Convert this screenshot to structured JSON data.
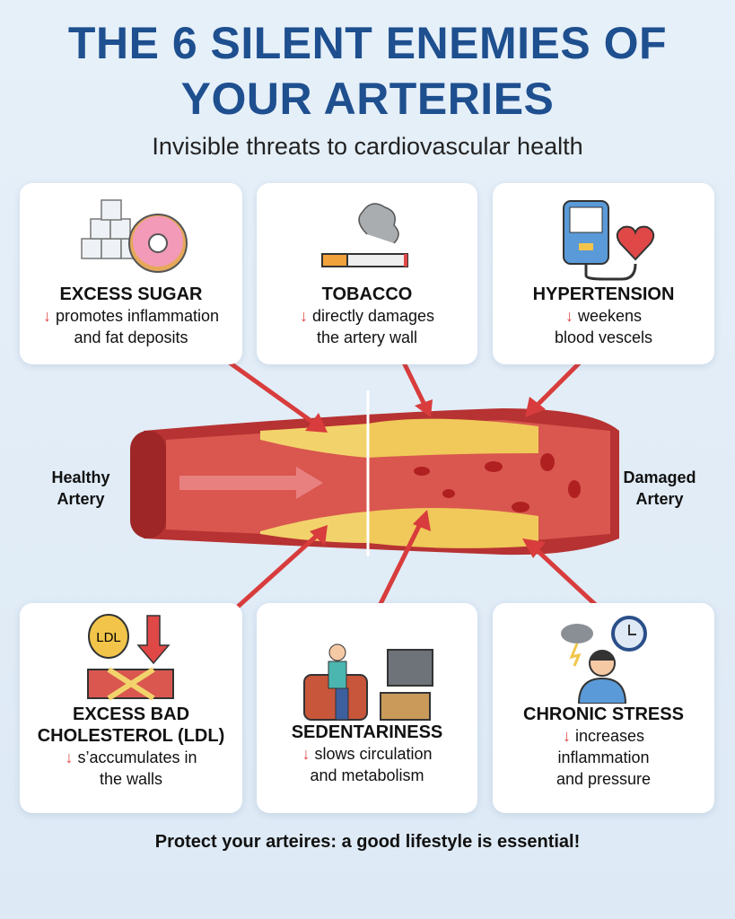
{
  "title_line1": "THE 6 SILENT ENEMIES OF",
  "title_line2": "YOUR ARTERIES",
  "subtitle": "Invisible threats to cardiovascular health",
  "cards": [
    {
      "title": "EXCESS SUGAR",
      "desc_line1": "promotes inflammation",
      "desc_line2": "and fat deposits",
      "icon": "sugar-donut-icon"
    },
    {
      "title": "TOBACCO",
      "desc_line1": "directly damages",
      "desc_line2": "the artery wall",
      "icon": "cigarette-icon"
    },
    {
      "title": "HYPERTENSION",
      "desc_line1": "weekens",
      "desc_line2": "blood vescels",
      "icon": "blood-pressure-monitor-icon"
    },
    {
      "title": "EXCESS BAD",
      "title_line2": "CHOLESTEROL (LDL)",
      "desc_line1": "s’accumulates in",
      "desc_line2": "the walls",
      "icon": "ldl-artery-icon",
      "icon_text": "LDL"
    },
    {
      "title": "SEDENTARINESS",
      "desc_line1": "slows circulation",
      "desc_line2": "and metabolism",
      "icon": "couch-tv-icon"
    },
    {
      "title": "CHRONIC STRESS",
      "desc_line1": "increases",
      "desc_line2": "inflammation",
      "desc_line3": "and pressure",
      "icon": "stress-person-icon"
    }
  ],
  "artery": {
    "left_label_1": "Healthy",
    "left_label_2": "Artery",
    "right_label_1": "Damaged",
    "right_label_2": "Artery"
  },
  "footer": "Protect your arteires: a good lifestyle is essential!",
  "colors": {
    "title": "#1e4f8f",
    "arrow": "#e04848",
    "artery": "#c83a3a",
    "plaque": "#f2d36b"
  }
}
